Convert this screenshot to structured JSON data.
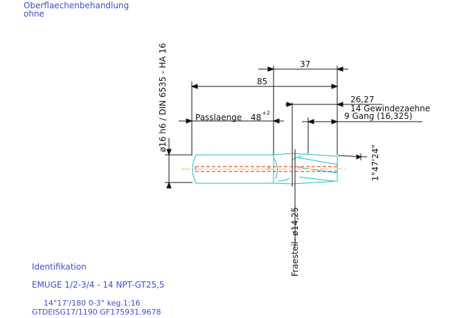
{
  "surface": {
    "title_line1": "Oberflaechenbehandlung",
    "title_line2": "ohne"
  },
  "labels": {
    "shank_spec": "ø16 h6 / DIN 6535 - HA 16",
    "mill_dia": "Fraesteil-  ø14,25",
    "taper_angle": "1°47'24\""
  },
  "dimensions": {
    "overall": "85",
    "thread_len": "37",
    "d26": "26,27",
    "teeth": "14 Gewindezaehne",
    "gang": "9 Gang (16,325)",
    "pass_text": "Passlaenge",
    "pass_value": "48",
    "pass_sup": "+2"
  },
  "ident": {
    "heading": "Identifikation",
    "tool": "EMUGE   1/2-3/4  -  14  NPT-GT25,5",
    "line1": "14°17'/180   0-3°   keg.1:16",
    "line2": "GTDEISG17/1190   GF175931.9678"
  },
  "colors": {
    "text": "#3b4bd8",
    "dimension": "#111111",
    "outline": "#19b9c8",
    "hidden": "#e01818",
    "center": "#e8c23a"
  }
}
